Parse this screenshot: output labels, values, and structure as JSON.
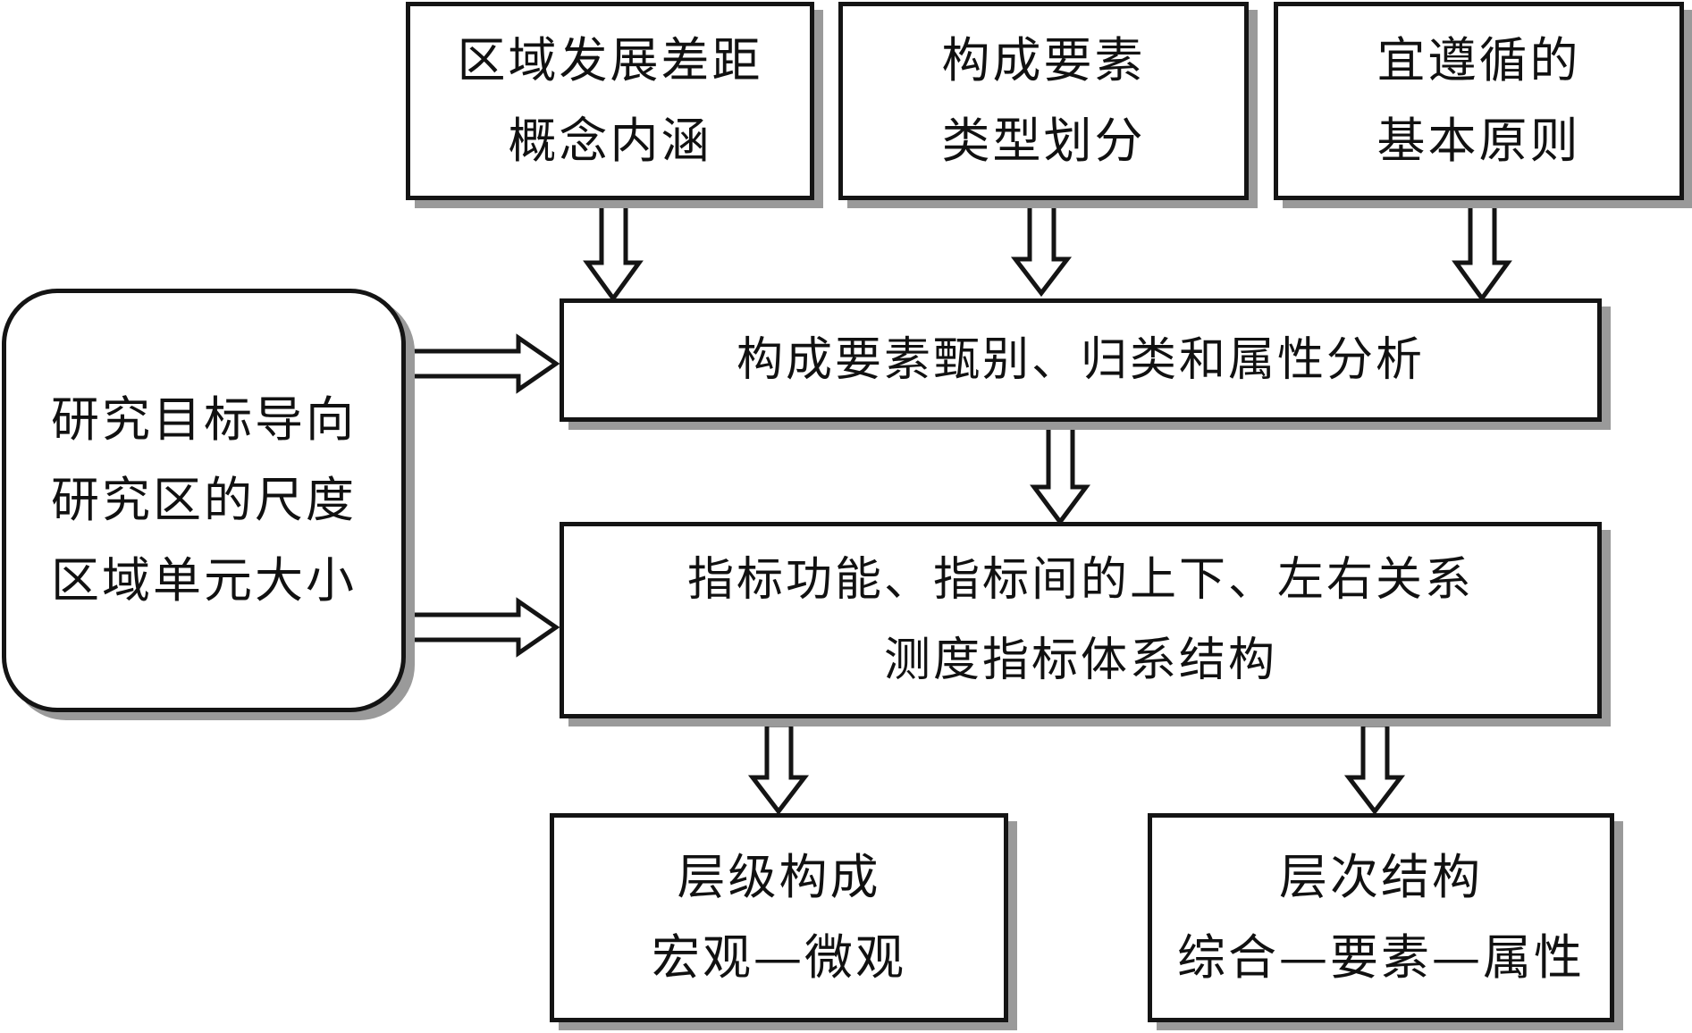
{
  "top_boxes": [
    {
      "lines": [
        "区域发展差距",
        "概念内涵"
      ]
    },
    {
      "lines": [
        "构成要素",
        "类型划分"
      ]
    },
    {
      "lines": [
        "宜遵循的",
        "基本原则"
      ]
    }
  ],
  "side_box": {
    "lines": [
      "研究目标导向",
      "研究区的尺度",
      "区域单元大小"
    ]
  },
  "middle_box": {
    "lines": [
      "构成要素甄别、归类和属性分析"
    ]
  },
  "structure_box": {
    "lines": [
      "指标功能、指标间的上下、左右关系",
      "测度指标体系结构"
    ]
  },
  "bottom_boxes": [
    {
      "lines": [
        "层级构成",
        "宏观—微观"
      ]
    },
    {
      "lines": [
        "层次结构",
        "综合—要素—属性"
      ]
    }
  ]
}
